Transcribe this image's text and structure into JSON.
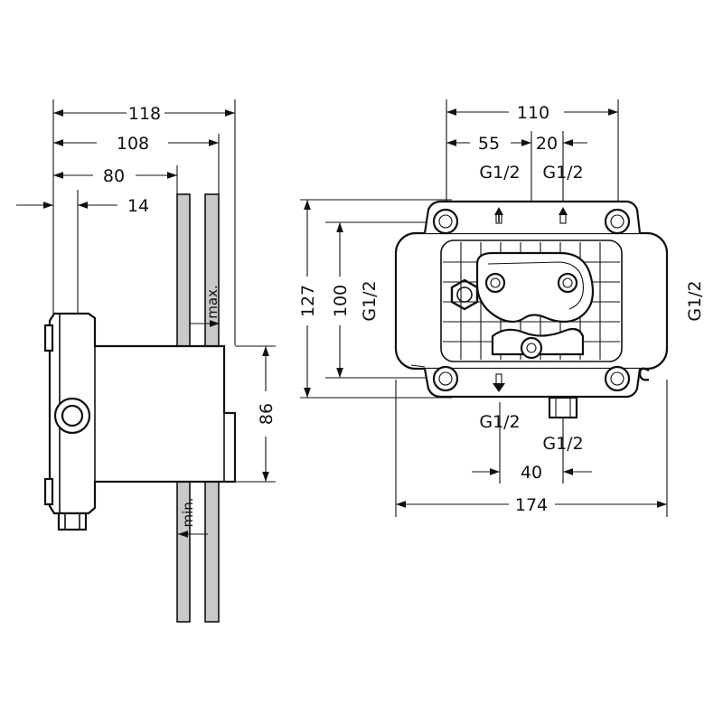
{
  "side_view": {
    "dim_118": "118",
    "dim_108": "108",
    "dim_80": "80",
    "dim_14": "14",
    "dim_86": "86",
    "label_max": "max.",
    "label_min": "min."
  },
  "front_view": {
    "dim_110": "110",
    "dim_55": "55",
    "dim_20": "20",
    "dim_127": "127",
    "dim_100": "100",
    "dim_40": "40",
    "dim_174": "174",
    "thread_top_left": "G1/2",
    "thread_top_right": "G1/2",
    "thread_left": "G1/2",
    "thread_right": "G1/2",
    "thread_bottom_left": "G1/2",
    "thread_bottom_right": "G1/2"
  }
}
